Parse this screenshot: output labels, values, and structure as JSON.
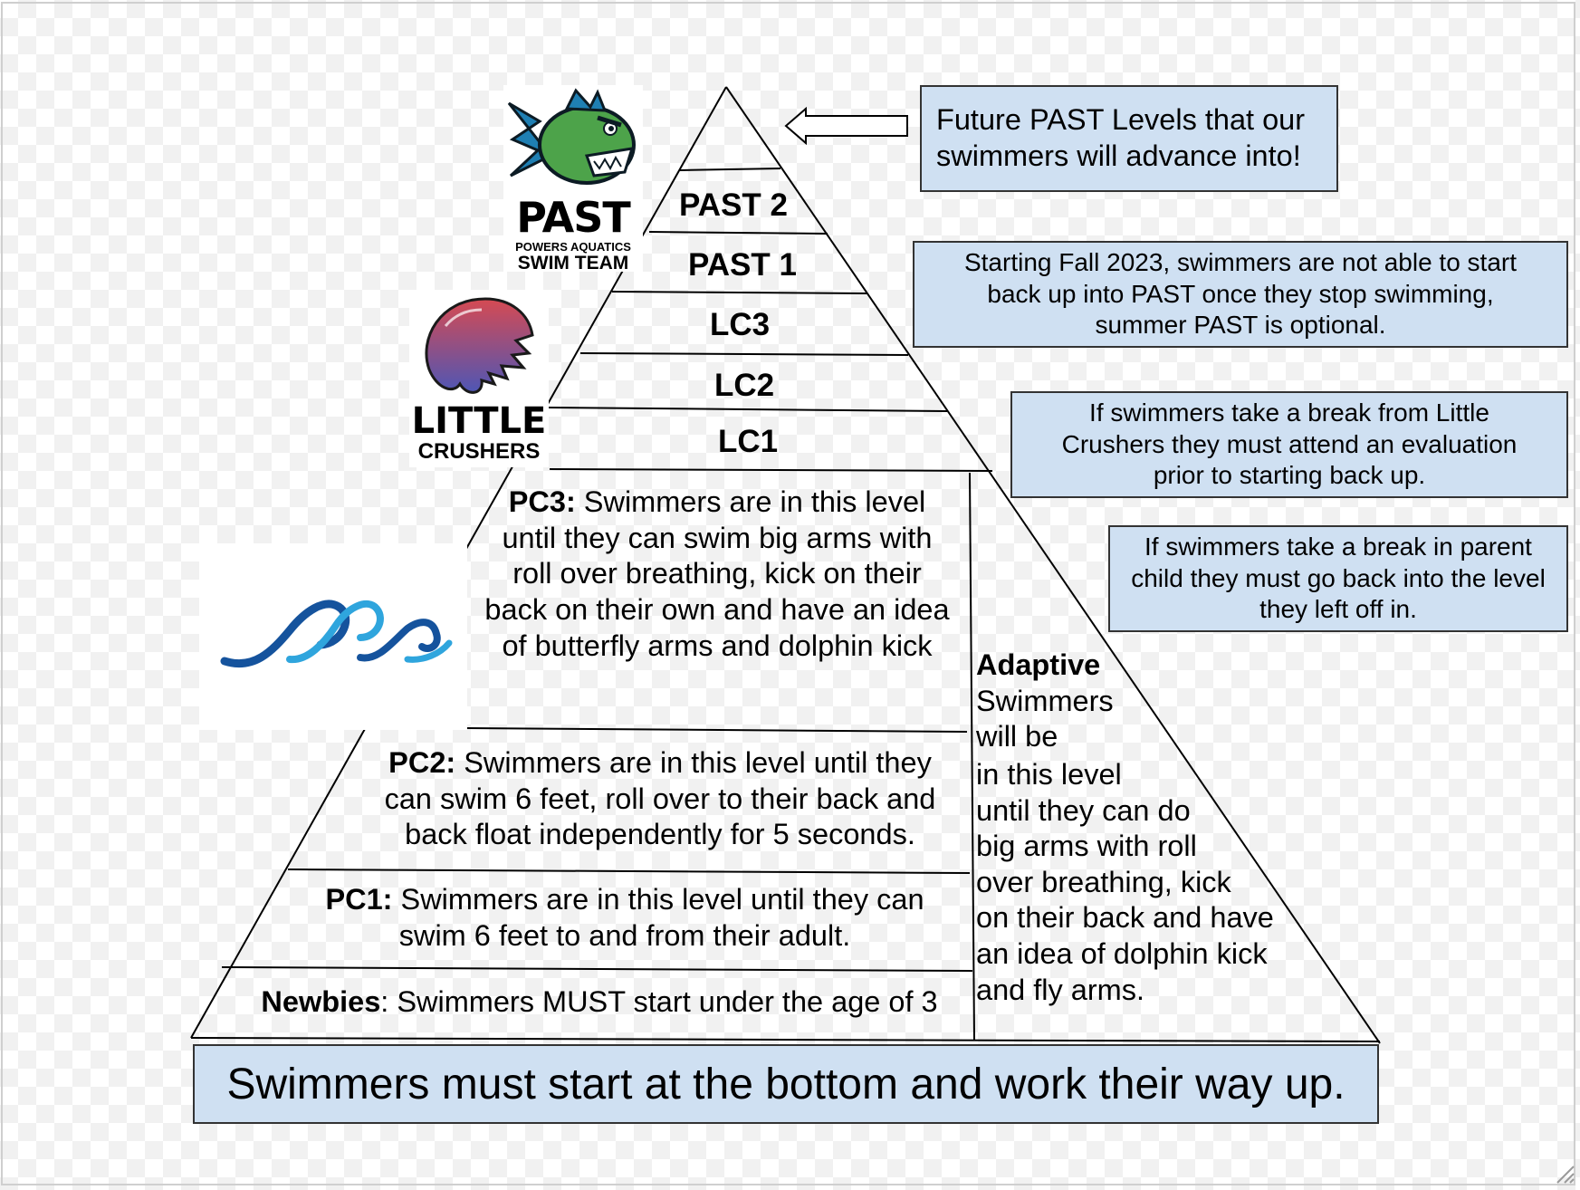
{
  "logos": {
    "past": {
      "name": "PAST",
      "line1": "POWERS AQUATICS",
      "line2": "SWIM TEAM",
      "colors": {
        "fish": "#4da34a",
        "fin": "#1f7fb3",
        "outline": "#0c1b24"
      }
    },
    "little_crushers": {
      "name": "LITTLE",
      "line2": "CRUSHERS",
      "colors": {
        "top": "#d64a52",
        "bottom": "#4e56b5"
      }
    },
    "wave": {
      "icon": "wave-icon",
      "colors": {
        "dark": "#15539d",
        "light": "#2fa5dd"
      }
    }
  },
  "levels": {
    "past2": "PAST 2",
    "past1": "PAST 1",
    "lc3": "LC3",
    "lc2": "LC2",
    "lc1": "LC1",
    "pc3_title": "PC3:",
    "pc3_text": " Swimmers are in this level until they can swim big arms with roll over breathing, kick on their back on their own and have an idea of butterfly arms and dolphin kick",
    "pc2_title": "PC2:",
    "pc2_text": " Swimmers are in this level until they can swim 6 feet, roll over to their back and back float independently for 5 seconds.",
    "pc1_title": "PC1:",
    "pc1_text": " Swimmers are in this level until they can swim 6 feet to and from their adult.",
    "newbies_title": "Newbies",
    "newbies_text": ": Swimmers MUST start under the age of 3"
  },
  "adaptive": {
    "title": "Adaptive",
    "lines": [
      "Swimmers",
      "will be",
      "in this level",
      "until they can do",
      "big arms with roll",
      "over breathing, kick",
      "on their back and have",
      "an idea of dolphin kick",
      "and fly arms."
    ]
  },
  "notes": {
    "future": "Future PAST Levels that our swimmers will advance into!",
    "fall2023": "Starting Fall 2023, swimmers are not able to start back up into PAST once they stop swimming, summer PAST is optional.",
    "lc_break": "If swimmers take a break from Little Crushers they must attend an evaluation prior to starting back up.",
    "pc_break": "If swimmers take a break in parent child they must go back into the level they left off in."
  },
  "bottom_banner": "Swimmers must start at the bottom and work their way up.",
  "colors": {
    "box_fill": "#cfe0f2",
    "line": "#000000"
  }
}
